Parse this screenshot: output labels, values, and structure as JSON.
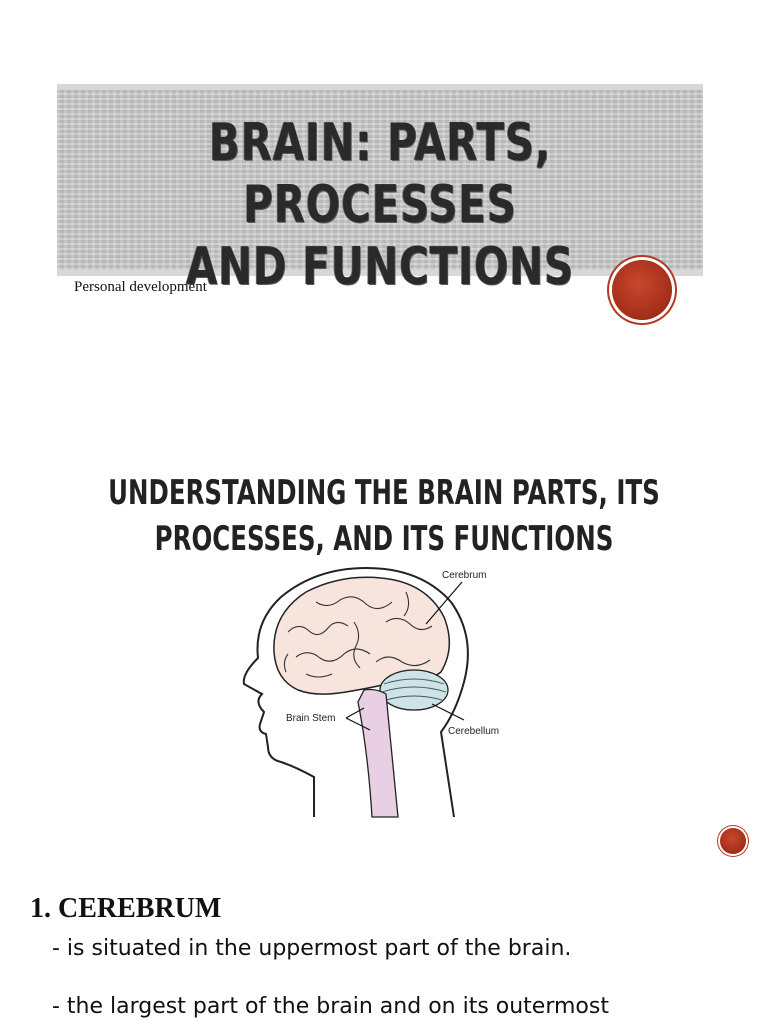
{
  "slide1": {
    "title_line1": "BRAIN: PARTS, PROCESSES",
    "title_line2": "AND FUNCTIONS",
    "subtitle": "Personal development"
  },
  "slide2": {
    "heading_line1": "UNDERSTANDING THE BRAIN PARTS, ITS",
    "heading_line2": "PROCESSES, AND ITS FUNCTIONS",
    "diagram_labels": {
      "cerebrum": "Cerebrum",
      "brain_stem": "Brain Stem",
      "cerebellum": "Cerebellum"
    }
  },
  "slide3": {
    "section_title": "1. CEREBRUM",
    "bullets": [
      "- is situated in the uppermost part of the brain.",
      "- the largest part of the brain and on its outermost"
    ]
  },
  "colors": {
    "accent_orb": "#a8311c",
    "title_band": "#c9c9c9",
    "cerebrum_fill": "#f7e4dc",
    "cerebellum_fill": "#cfe3e6",
    "brainstem_fill": "#e8cfe3"
  }
}
